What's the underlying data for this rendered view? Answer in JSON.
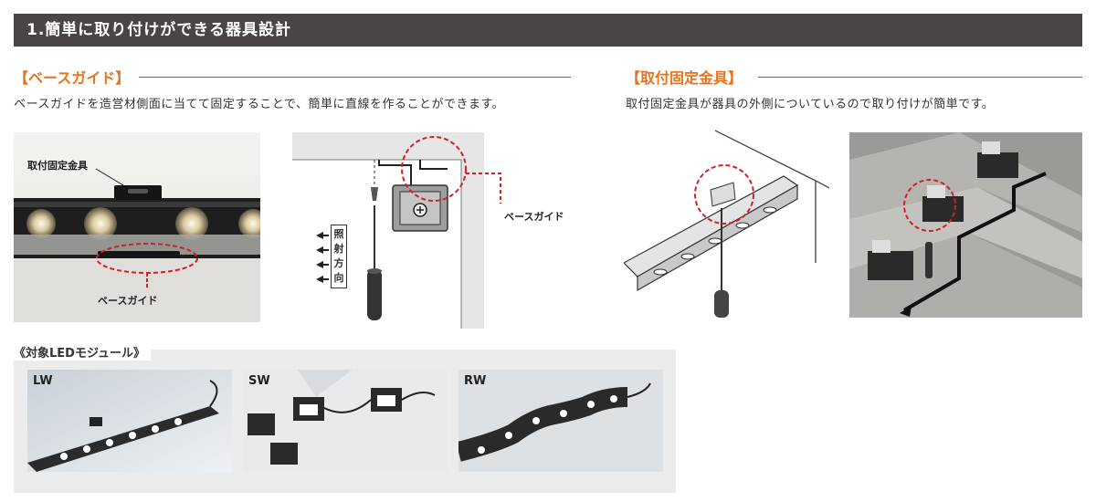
{
  "header": {
    "title": "1.簡単に取り付けができる器具設計"
  },
  "left_section": {
    "heading": "【ベースガイド】",
    "description": "ベースガイドを造営材側面に当てて固定することで、簡単に直線を作ることができます。",
    "photo_labels": {
      "bracket": "取付固定金具",
      "base_guide": "ベースガイド"
    },
    "diagram_labels": {
      "base_guide": "ベースガイド",
      "irradiation": "照射方向"
    }
  },
  "right_section": {
    "heading": "【取付固定金具】",
    "description": "取付固定金具が器具の外側についているので取り付けが簡単です。"
  },
  "modules": {
    "heading": "《対象LEDモジュール》",
    "items": [
      {
        "label": "LW"
      },
      {
        "label": "SW"
      },
      {
        "label": "RW"
      }
    ]
  },
  "colors": {
    "accent": "#e8731a",
    "header_bg": "#4a4544",
    "dash_red": "#d0202c"
  }
}
